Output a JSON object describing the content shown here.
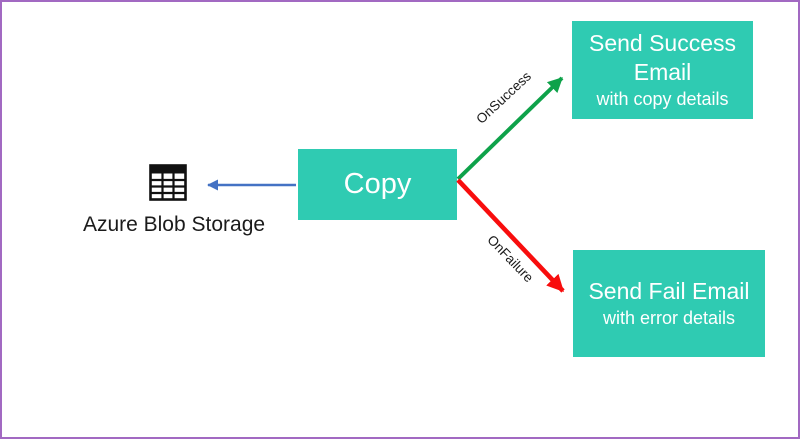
{
  "canvas": {
    "border_color": "#a269c2",
    "background": "#ffffff"
  },
  "nodes": {
    "source": {
      "label": "Azure Blob Storage",
      "icon": "table-icon"
    },
    "copy": {
      "label": "Copy"
    },
    "success": {
      "title": "Send Success Email",
      "subtitle": "with copy details"
    },
    "fail": {
      "title": "Send Fail Email",
      "subtitle": "with error details"
    }
  },
  "edges": {
    "to_source": {
      "color": "#4472c4"
    },
    "on_success": {
      "label": "OnSuccess",
      "color": "#0ea24a"
    },
    "on_failure": {
      "label": "OnFailure",
      "color": "#f80d0d"
    }
  },
  "colors": {
    "node_teal": "#2fcbb2",
    "node_text": "#ffffff",
    "icon_black": "#111111",
    "label_text": "#1b1b1b"
  }
}
